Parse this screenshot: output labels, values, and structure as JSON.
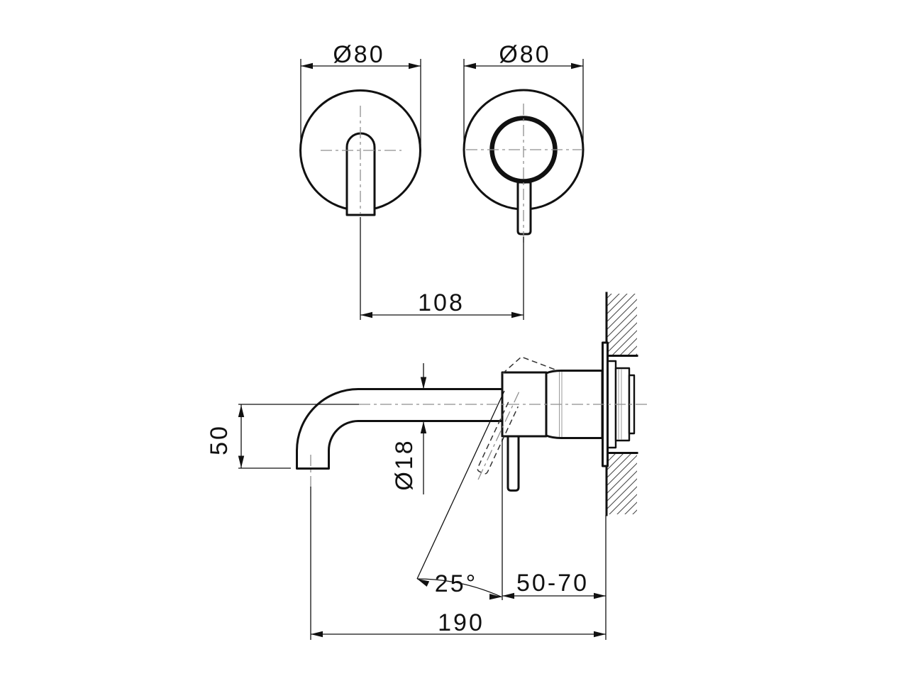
{
  "drawing": {
    "dimensions": {
      "left_escutcheon_diameter": "Ø80",
      "right_escutcheon_diameter": "Ø80",
      "axis_distance": "108",
      "spout_outlet_drop": "50",
      "spout_tube_diameter": "Ø18",
      "lever_swing_angle": "25°",
      "concealment_depth_range": "50-70",
      "spout_projection": "190"
    },
    "colors": {
      "object_line": "#111111",
      "centerline": "#8f8f8f",
      "hatch": "#4a4a4a",
      "background": "#ffffff"
    }
  }
}
